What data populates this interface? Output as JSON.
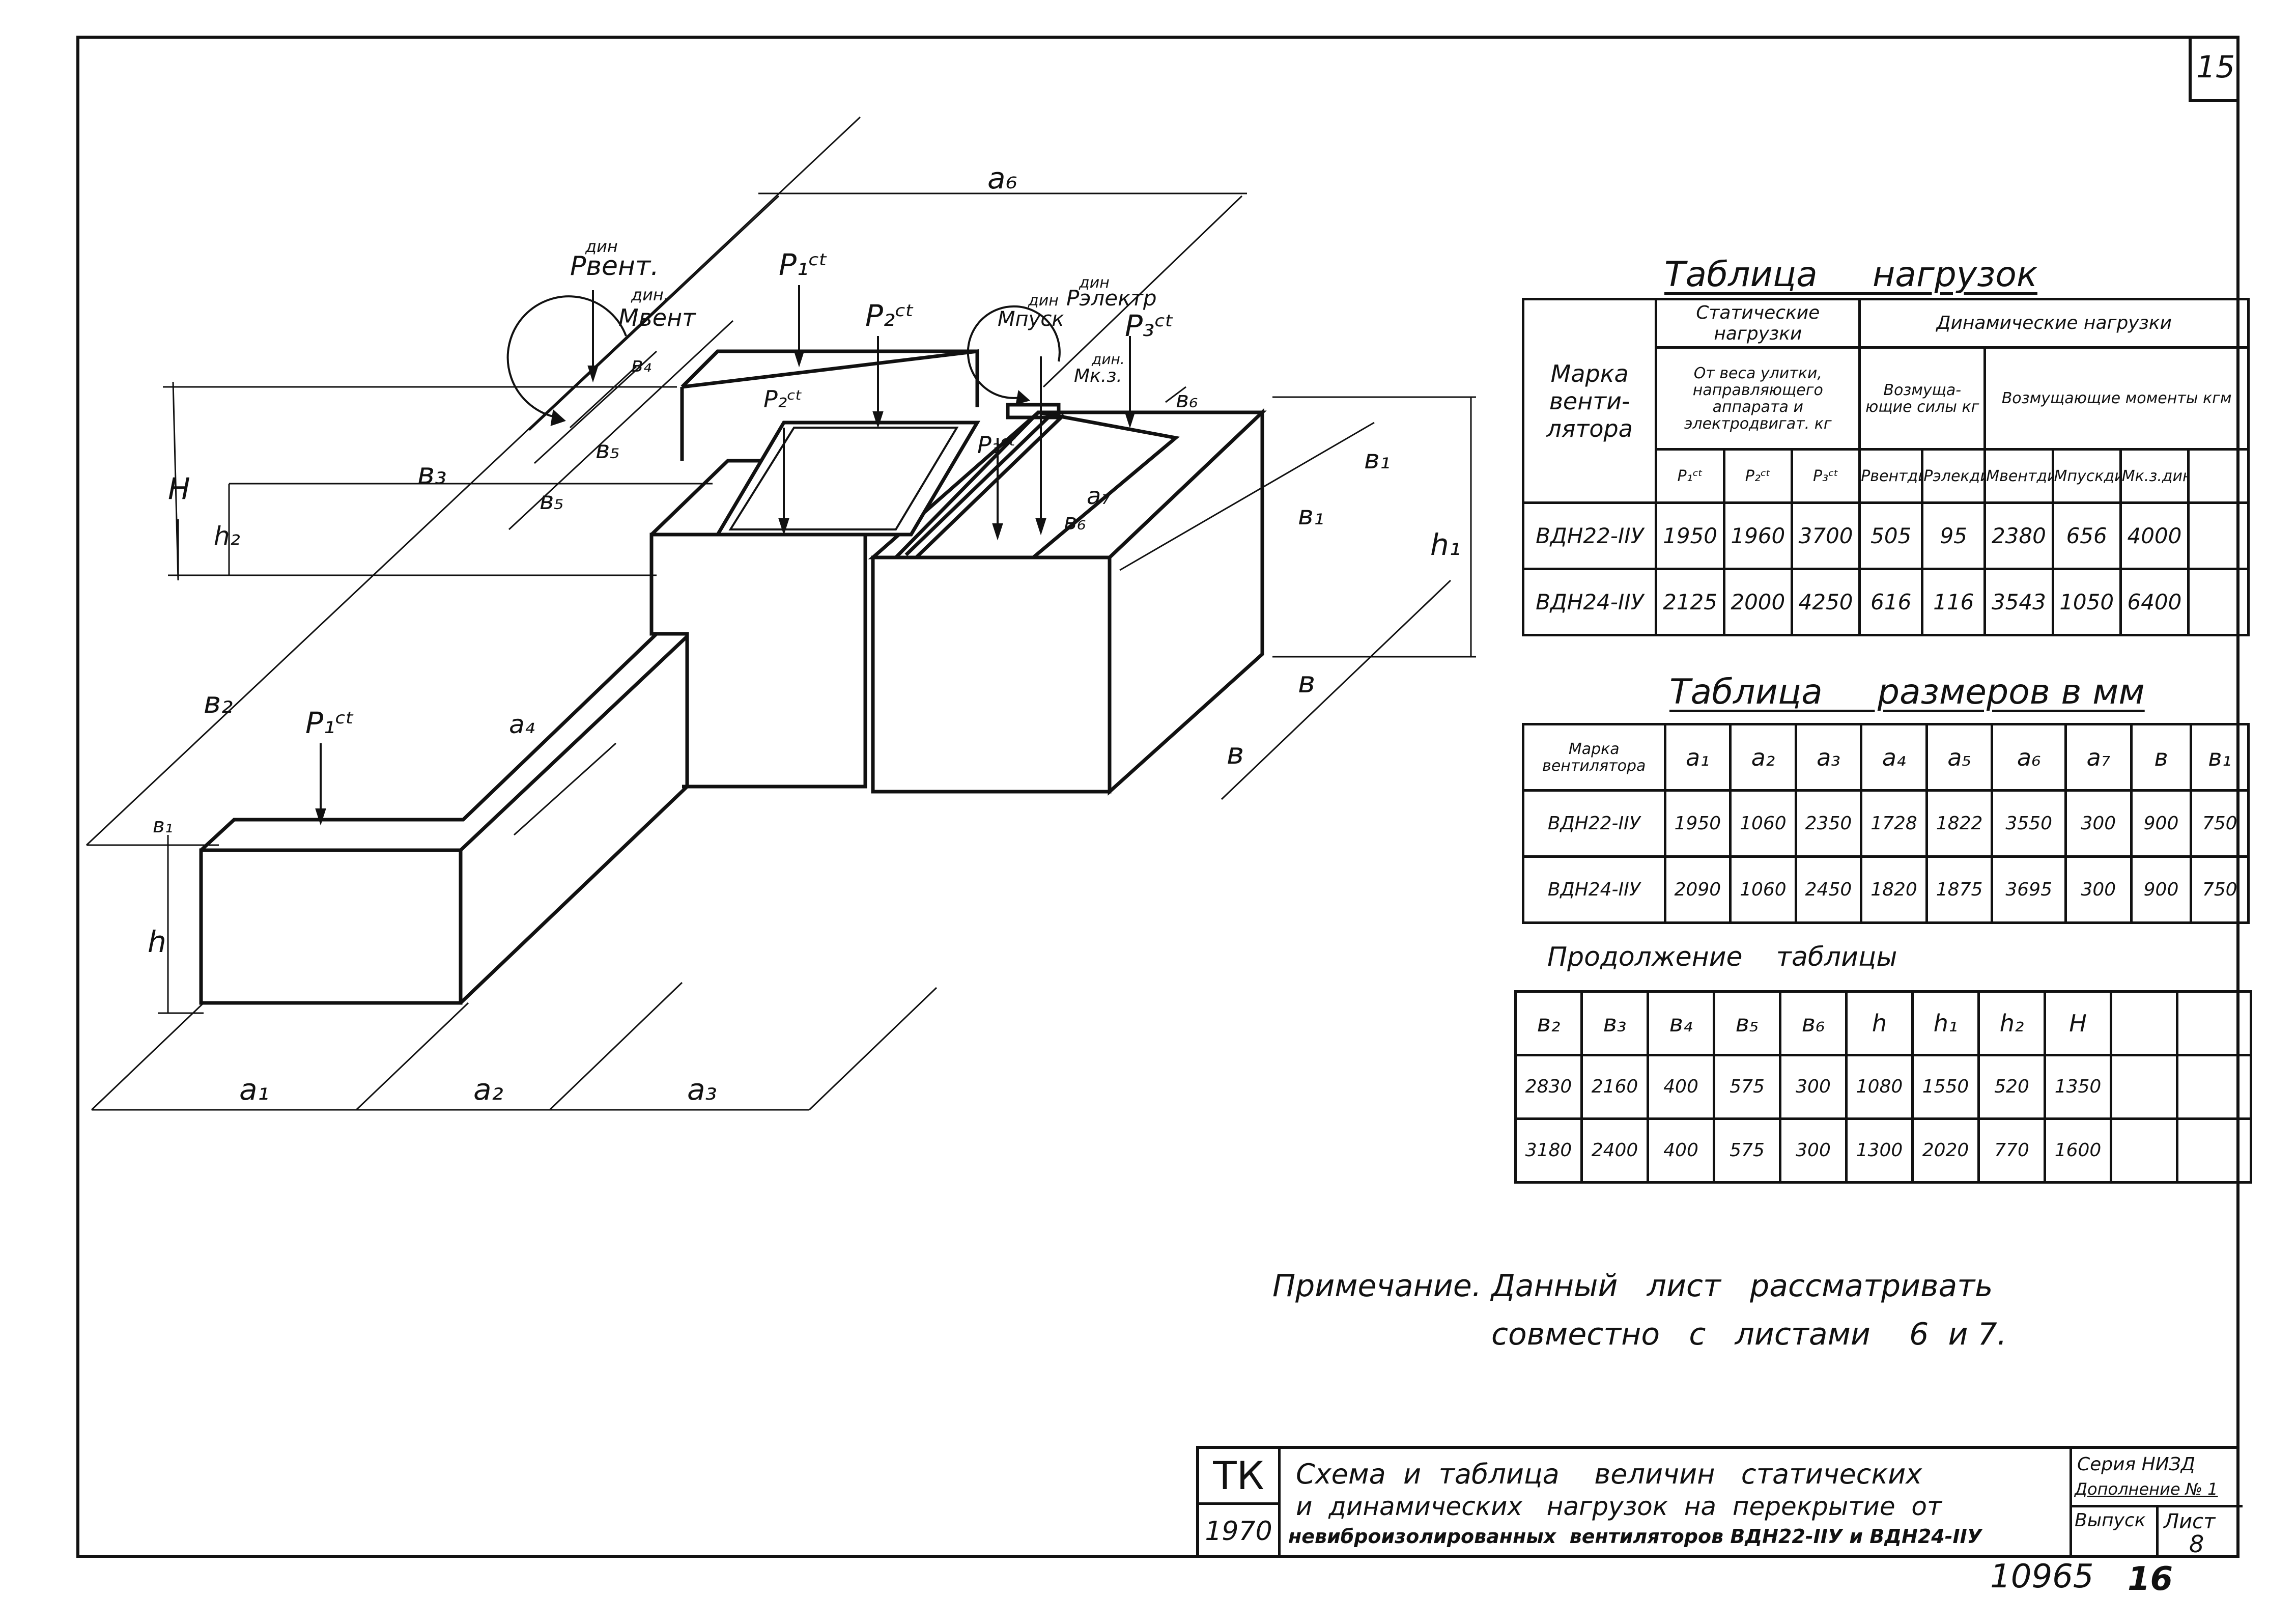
{
  "sheet_number": "15",
  "drawing": {
    "labels": {
      "a1": "a₁",
      "a2": "a₂",
      "a3": "a₃",
      "a4": "a₄",
      "a6": "a₆",
      "a7": "a₇",
      "b": "в",
      "b1": "в₁",
      "b2": "в₂",
      "b3": "в₃",
      "b4": "в₄",
      "b5": "в₅",
      "b6": "в₆",
      "H": "H",
      "h": "h",
      "h1": "h₁",
      "h2": "h₂",
      "P1st": "P₁ᶜᵗ",
      "P2st": "P₂ᶜᵗ",
      "P3st": "P₃ᶜᵗ",
      "Pvent": "Pвент.",
      "Pvent_sup": "дин",
      "Mvent": "Mвент",
      "Mvent_sup": "дин.",
      "Mpusk": "Mпуск",
      "Mpusk_sup": "дин",
      "Pelektr": "Pэлектр",
      "Pelektr_sup": "дин",
      "Mkz": "Mк.з.",
      "Mkz_sup": "дин."
    }
  },
  "loads_table": {
    "title": "Таблица     нагрузок",
    "h_mark": "Марка венти-лятора",
    "h_static": "Статические нагрузки",
    "h_dynamic": "Динамические  нагрузки",
    "h_static_sub": "От веса улитки, направляющего аппарата и электродвигат. кг",
    "h_forces": "Возмуща-ющие силы кг",
    "h_moments": "Возмущающие моменты кгм",
    "cols": [
      "P₁ᶜᵗ",
      "P₂ᶜᵗ",
      "P₃ᶜᵗ",
      "Pвентдин",
      "Pэлекдин",
      "Mвентдин",
      "Mпускдин",
      "Mк.з.дин"
    ],
    "rows": [
      {
        "mark": "ВДН22-ІІУ",
        "values": [
          "1950",
          "1960",
          "3700",
          "505",
          "95",
          "2380",
          "656",
          "4000"
        ]
      },
      {
        "mark": "ВДН24-ІІУ",
        "values": [
          "2125",
          "2000",
          "4250",
          "616",
          "116",
          "3543",
          "1050",
          "6400"
        ]
      }
    ]
  },
  "sizes_table": {
    "title": "Таблица     размеров в мм",
    "h_mark": "Марка вентилятора",
    "cols": [
      "a₁",
      "a₂",
      "a₃",
      "a₄",
      "a₅",
      "a₆",
      "a₇",
      "в",
      "в₁"
    ],
    "rows": [
      {
        "mark": "ВДН22-ІІУ",
        "values": [
          "1950",
          "1060",
          "2350",
          "1728",
          "1822",
          "3550",
          "300",
          "900",
          "750"
        ]
      },
      {
        "mark": "ВДН24-ІІУ",
        "values": [
          "2090",
          "1060",
          "2450",
          "1820",
          "1875",
          "3695",
          "300",
          "900",
          "750"
        ]
      }
    ]
  },
  "continuation": {
    "label": "Продолжение    таблицы",
    "cols": [
      "в₂",
      "в₃",
      "в₄",
      "в₅",
      "в₆",
      "h",
      "h₁",
      "h₂",
      "H",
      "",
      ""
    ],
    "rows": [
      [
        "2830",
        "2160",
        "400",
        "575",
        "300",
        "1080",
        "1550",
        "520",
        "1350",
        "",
        ""
      ],
      [
        "3180",
        "2400",
        "400",
        "575",
        "300",
        "1300",
        "2020",
        "770",
        "1600",
        "",
        ""
      ]
    ]
  },
  "note": {
    "label": "Примечание.",
    "line1": "Данный   лист   рассматривать",
    "line2": "совместно   с   листами    6  и 7."
  },
  "title_block": {
    "org": "ТК",
    "year": "1970",
    "line1": "Схема  и  таблица    величин   статических",
    "line2": "и  динамических   нагрузок  на  перекрытие  от",
    "line3": "невиброизолированных  вентиляторов ВДН22-ІІУ и ВДН24-ІІУ",
    "series": "Серия НИЗД",
    "supplement": "Дополнение № 1",
    "issue_label": "Выпуск",
    "sheet_label": "Лист",
    "sheet_value": "8"
  },
  "bottom": {
    "code": "10965",
    "page": "16"
  }
}
